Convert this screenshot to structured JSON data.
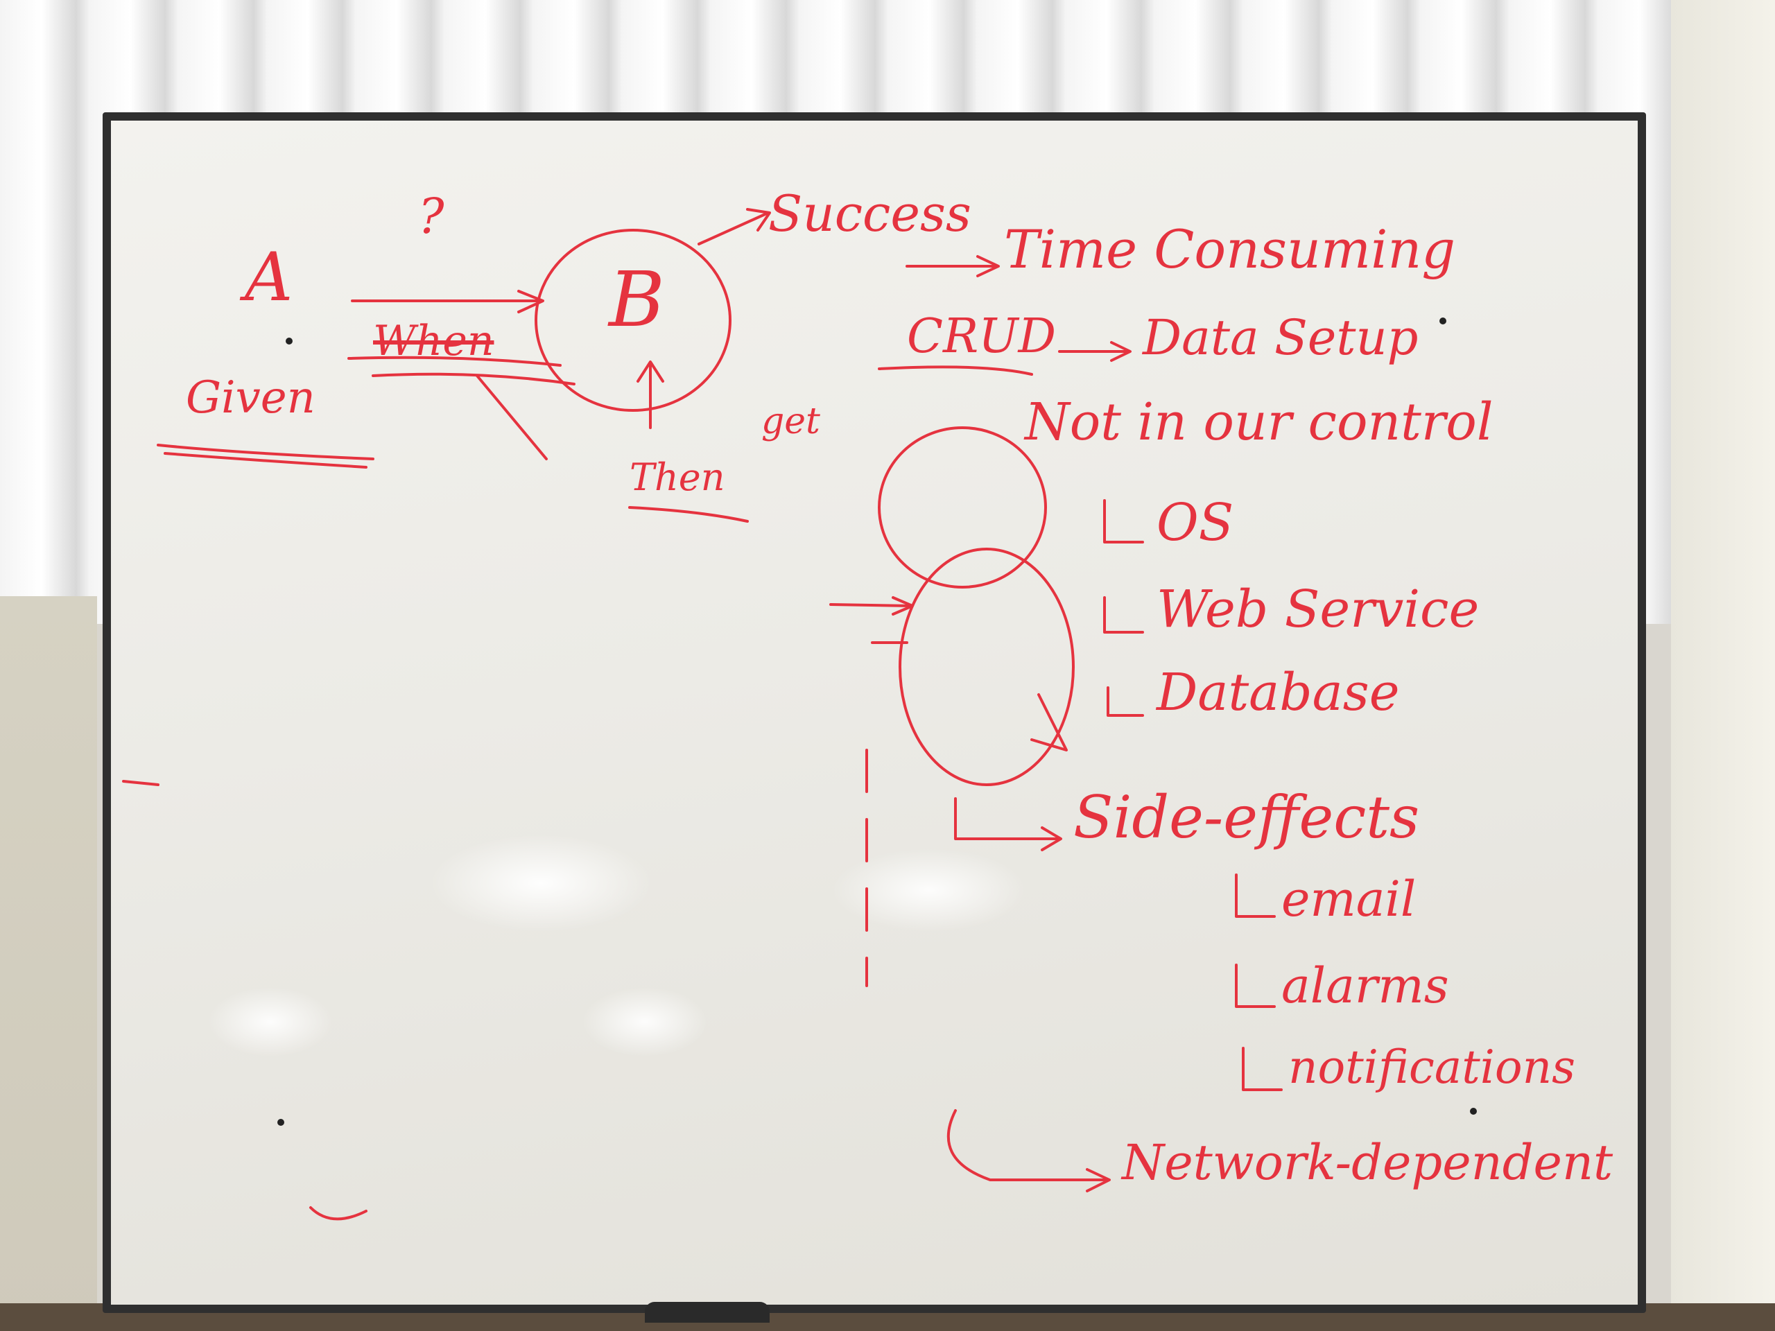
{
  "board": {
    "labels": {
      "a": "A",
      "given": "Given",
      "question": "?",
      "when": "When",
      "b": "B",
      "then": "Then",
      "success": "Success",
      "crud": "CRUD",
      "get": "get",
      "time_consuming": "Time Consuming",
      "data_setup": "Data Setup",
      "not_in_control": "Not in our control",
      "os": "OS",
      "web_service": "Web Service",
      "database": "Database",
      "side_effects": "Side-effects",
      "email": "email",
      "alarms": "alarms",
      "notifications": "notifications",
      "network_dependent": "Network-dependent"
    }
  },
  "colors": {
    "marker": "#e5333f",
    "frame": "#2f2f2f",
    "surface": "#efeee9"
  }
}
